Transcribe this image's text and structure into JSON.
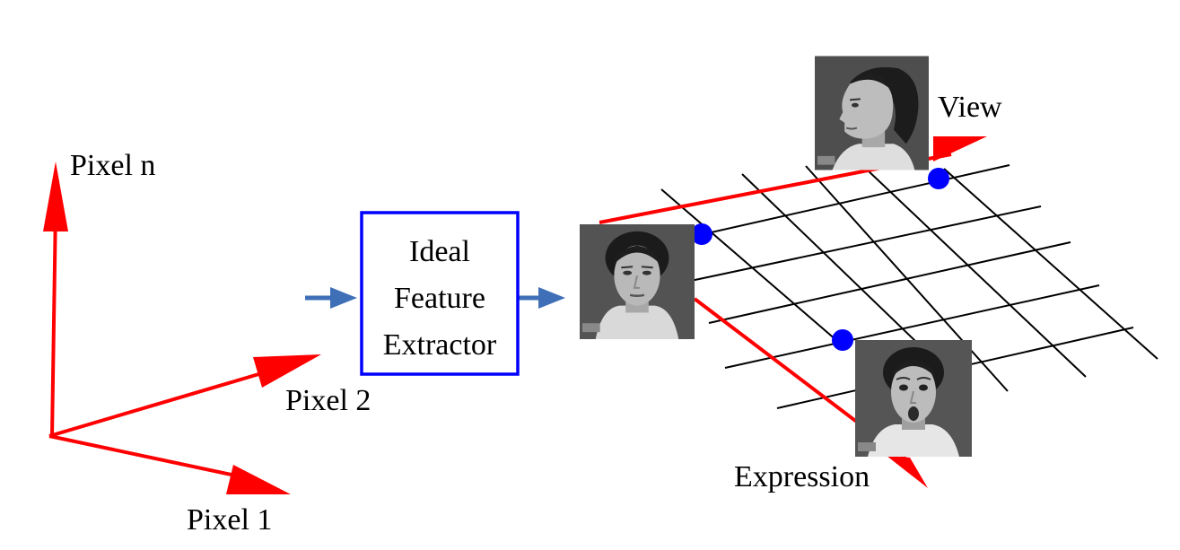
{
  "labels": {
    "pixel_n": "Pixel n",
    "pixel_2": "Pixel 2",
    "pixel_1": "Pixel 1",
    "box_line1": "Ideal",
    "box_line2": "Feature",
    "box_line3": "Extractor",
    "view": "View",
    "expression": "Expression"
  },
  "colors": {
    "axis": "#ff0000",
    "box_border": "#0000ff",
    "flow_arrow": "#3e6fb7",
    "grid": "#000000",
    "dot": "#0000ff"
  },
  "images": {
    "center_face": "face-neutral-frontal",
    "view_face": "face-neutral-profile",
    "expression_face": "face-surprise-frontal"
  }
}
